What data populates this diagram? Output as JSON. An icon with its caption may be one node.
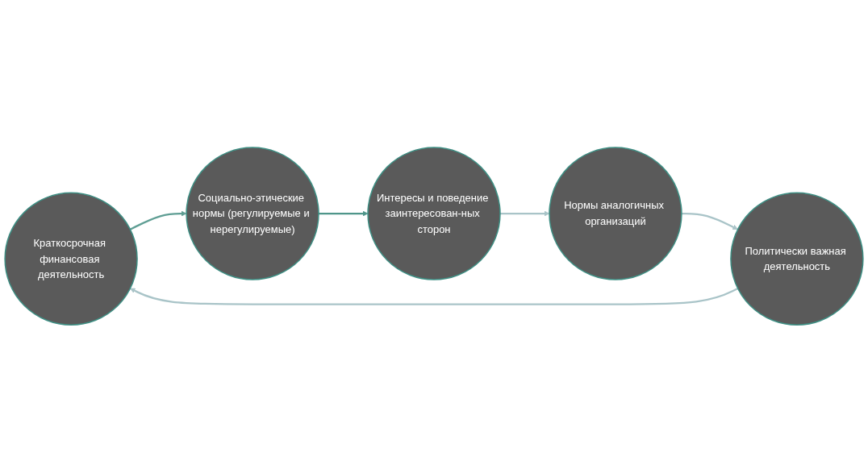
{
  "diagram": {
    "nodes": [
      {
        "text": [
          "Краткосрочная финансовая деятельность"
        ]
      },
      {
        "text": [
          "Интересы и поведение заинтересован-ных сторон"
        ]
      },
      {
        "text": [
          "Политически важная деятельность"
        ]
      },
      {
        "text": [
          "Нормы аналогичных организаций"
        ]
      },
      {
        "text": [
          "Социально-этические нормы (регулируемые и нерегулируемые)"
        ]
      }
    ],
    "edges": [
      {
        "from": 2,
        "to": 0,
        "arrow": "to",
        "color": "#a9c4c8"
      },
      {
        "from": 0,
        "to": 4,
        "arrow": "to",
        "color": "#5f9e94"
      },
      {
        "from": 4,
        "to": 1,
        "arrow": "to",
        "color": "#4f968a"
      },
      {
        "from": 1,
        "to": 3,
        "arrow": "to",
        "color": "#a9c4c8"
      },
      {
        "from": 3,
        "to": 2,
        "arrow": "to",
        "color": "#a9c4c8"
      }
    ]
  }
}
